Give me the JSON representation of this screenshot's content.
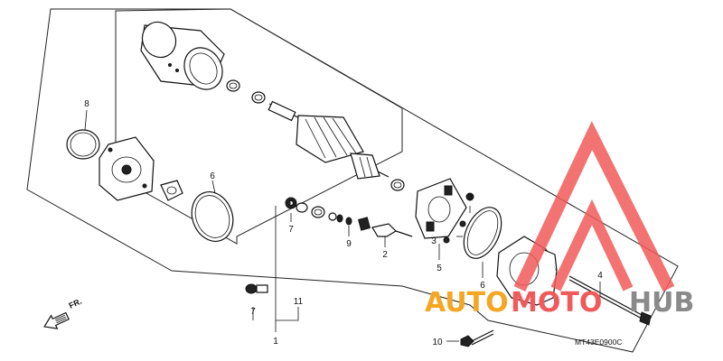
{
  "callouts": {
    "c1": "1",
    "c2": "2",
    "c3a": "3",
    "c3b": "3",
    "c4": "4",
    "c5": "5",
    "c6a": "6",
    "c6b": "6",
    "c7a": "7",
    "c7b": "7",
    "c8": "8",
    "c9": "9",
    "c10": "10",
    "c11": "11"
  },
  "fr_label": "FR.",
  "diagram_code": "MT43E0900C",
  "watermark": {
    "auto": "AUTO",
    "moto": "MOTO",
    "hub": "HUB",
    "color_red": "#f15a5a",
    "color_orange": "#f5a623",
    "color_grey": "#8a8a8a"
  }
}
